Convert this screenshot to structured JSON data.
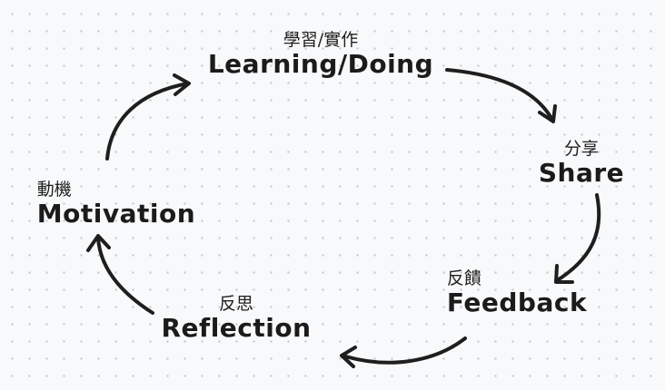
{
  "diagram": {
    "nodes": [
      {
        "id": "learning",
        "zh": "學習/實作",
        "en": "Learning/Doing"
      },
      {
        "id": "share",
        "zh": "分享",
        "en": "Share"
      },
      {
        "id": "feedback",
        "zh": "反饋",
        "en": "Feedback"
      },
      {
        "id": "reflection",
        "zh": "反思",
        "en": "Reflection"
      },
      {
        "id": "motivation",
        "zh": "動機",
        "en": "Motivation"
      }
    ],
    "edges": [
      {
        "from": "learning",
        "to": "share"
      },
      {
        "from": "share",
        "to": "feedback"
      },
      {
        "from": "feedback",
        "to": "reflection"
      },
      {
        "from": "reflection",
        "to": "motivation"
      },
      {
        "from": "motivation",
        "to": "learning"
      }
    ],
    "stroke_color": "#1e1e1e"
  }
}
